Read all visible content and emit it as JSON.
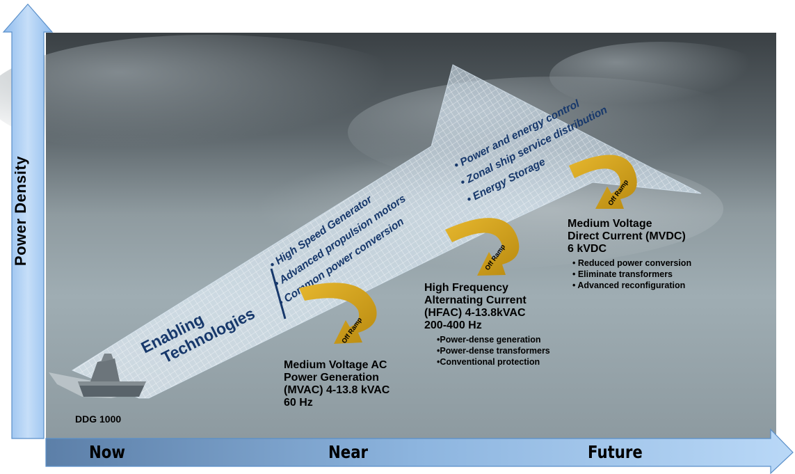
{
  "axes": {
    "y_label": "Power Density",
    "x_labels": [
      "Now",
      "Near",
      "Future"
    ]
  },
  "ship": {
    "label": "DDG 1000"
  },
  "enabling": {
    "title_line1": "Enabling",
    "title_line2": "Technologies",
    "group1": [
      "High Speed Generator",
      "Advanced propulsion motors",
      "Common power conversion"
    ],
    "group2": [
      "Power and energy control",
      "Zonal ship service distribution",
      "Energy Storage"
    ]
  },
  "off_ramp_label": "Off Ramp",
  "stages": [
    {
      "header": [
        "Medium Voltage AC",
        "Power Generation",
        "(MVAC) 4-13.8 kVAC",
        "60 Hz"
      ],
      "bullets": []
    },
    {
      "header": [
        "High Frequency",
        "Alternating Current",
        "(HFAC) 4-13.8kVAC",
        "200-400 Hz"
      ],
      "bullets": [
        "•Power-dense generation",
        "•Power-dense transformers",
        "•Conventional protection"
      ]
    },
    {
      "header": [
        "Medium Voltage",
        "Direct Current (MVDC)",
        "6 kVDC"
      ],
      "bullets": [
        "• Reduced power conversion",
        "• Eliminate transformers",
        "• Advanced reconfiguration"
      ]
    }
  ],
  "colors": {
    "axis_arrow": "#a9cdf4",
    "axis_edge": "#3d7bc4",
    "tech_text": "#17386b",
    "off_ramp_arrow": "#d4a21a"
  }
}
